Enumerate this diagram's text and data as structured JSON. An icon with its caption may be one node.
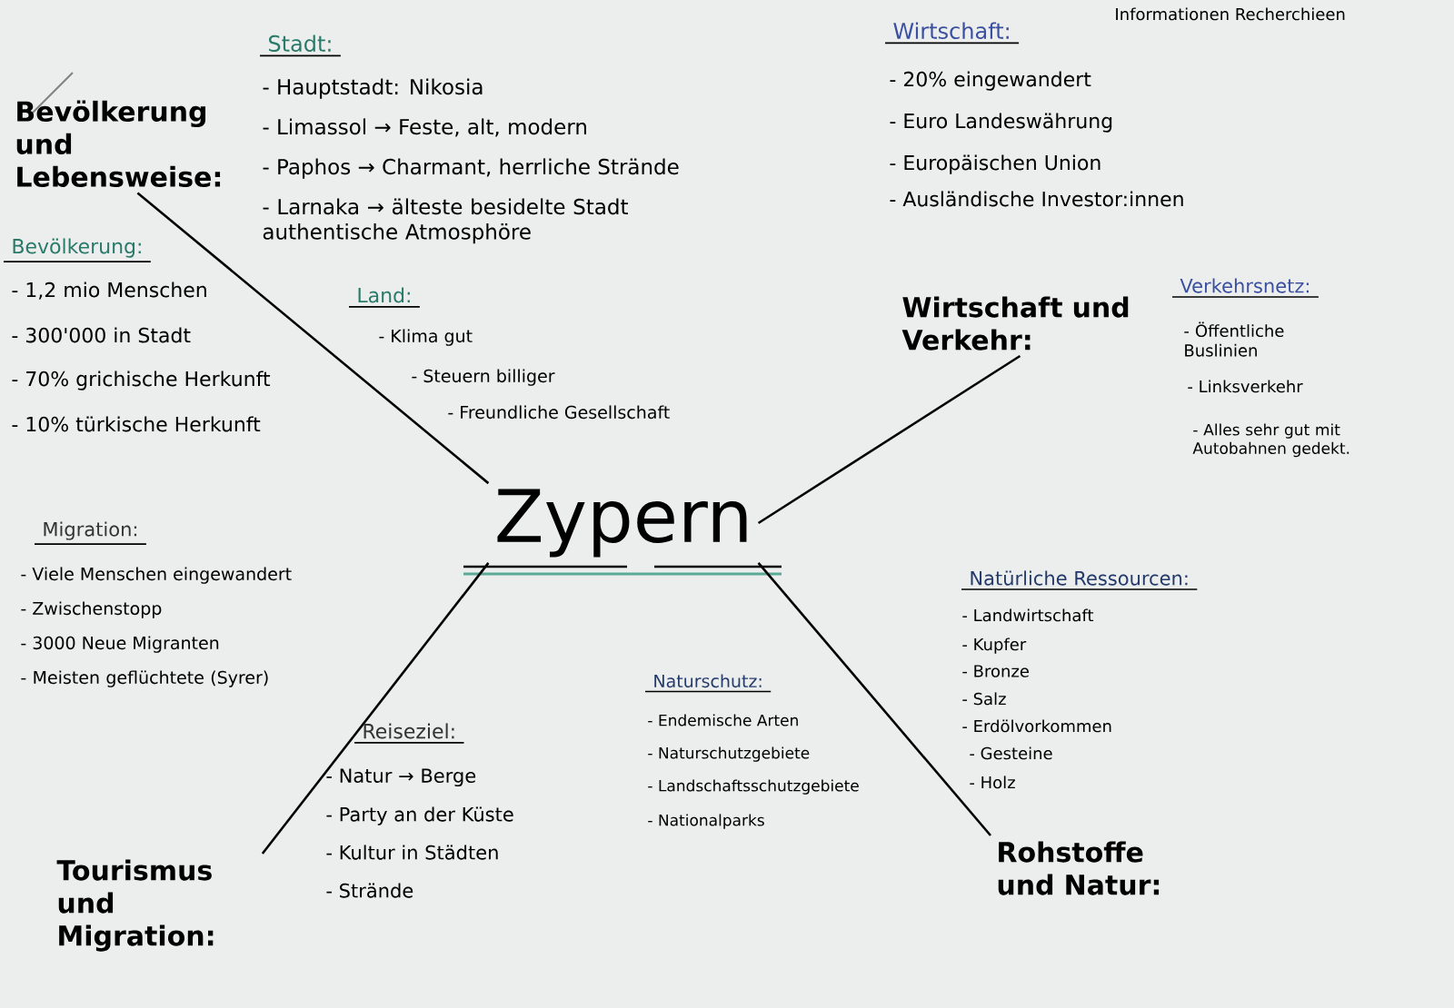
{
  "diagram": {
    "nodes": [
      {
        "text": [
          "Zypern"
        ]
      },
      {
        "text": [
          "Bevölkerung und Lebensweise:"
        ]
      },
      {
        "text": [
          "Wirtschaft und Verkehr:"
        ]
      },
      {
        "text": [
          "Tourismus und Migration:"
        ]
      },
      {
        "text": [
          "Rohstoffe und Natur:"
        ]
      }
    ],
    "edges": [
      {
        "from": 0,
        "to": 1,
        "arrow": "none"
      },
      {
        "from": 0,
        "to": 2,
        "arrow": "none"
      },
      {
        "from": 0,
        "to": 3,
        "arrow": "none"
      },
      {
        "from": 0,
        "to": 4,
        "arrow": "none"
      }
    ],
    "labels": [
      "Informationen Recherchieen",
      "Stadt:",
      "- Hauptstadt: Nikosia",
      "- Limassol → Feste, alt, modern",
      "- Paphos → Charmant, herrliche Strände",
      "- Larnaka → älteste besidelte Stadt authentische Atmosphöre",
      "Bevölkerung:",
      "- 1,2 mio Menschen",
      "- 300'000 in Stadt",
      "- 70% grichische Herkunft",
      "- 10% türkische Herkunft",
      "Land:",
      "- Klima gut",
      "- Steuern billiger",
      "- Freundliche Gesellschaft",
      "Wirtschaft:",
      "- 20% eingewandert",
      "- Euro Landeswährung",
      "- Europäischen Union",
      "- Ausländische Investor:innen",
      "Verkehrsnetz:",
      "- Öffentliche Buslinien",
      "- Linksverkehr",
      "- Alles sehr gut mit Autobahnen gedekt.",
      "Migration:",
      "- Viele Menschen eingewandert",
      "- Zwischenstopp",
      "- 3000 Neue Migranten",
      "- Meisten geflüchtete (Syrer)",
      "Reiseziel:",
      "- Natur → Berge",
      "- Party an der Küste",
      "- Kultur in Städten",
      "- Strände",
      "Naturschutz:",
      "- Endemische Arten",
      "- Naturschutzgebiete",
      "- Landschaftsschutzgebiete",
      "- Nationalparks",
      "Natürliche Ressourcen:",
      "- Landwirtschaft",
      "- Kupfer",
      "- Bronze",
      "- Salz",
      "- Erdölvorkommen",
      "- Gesteine",
      "- Holz"
    ]
  }
}
